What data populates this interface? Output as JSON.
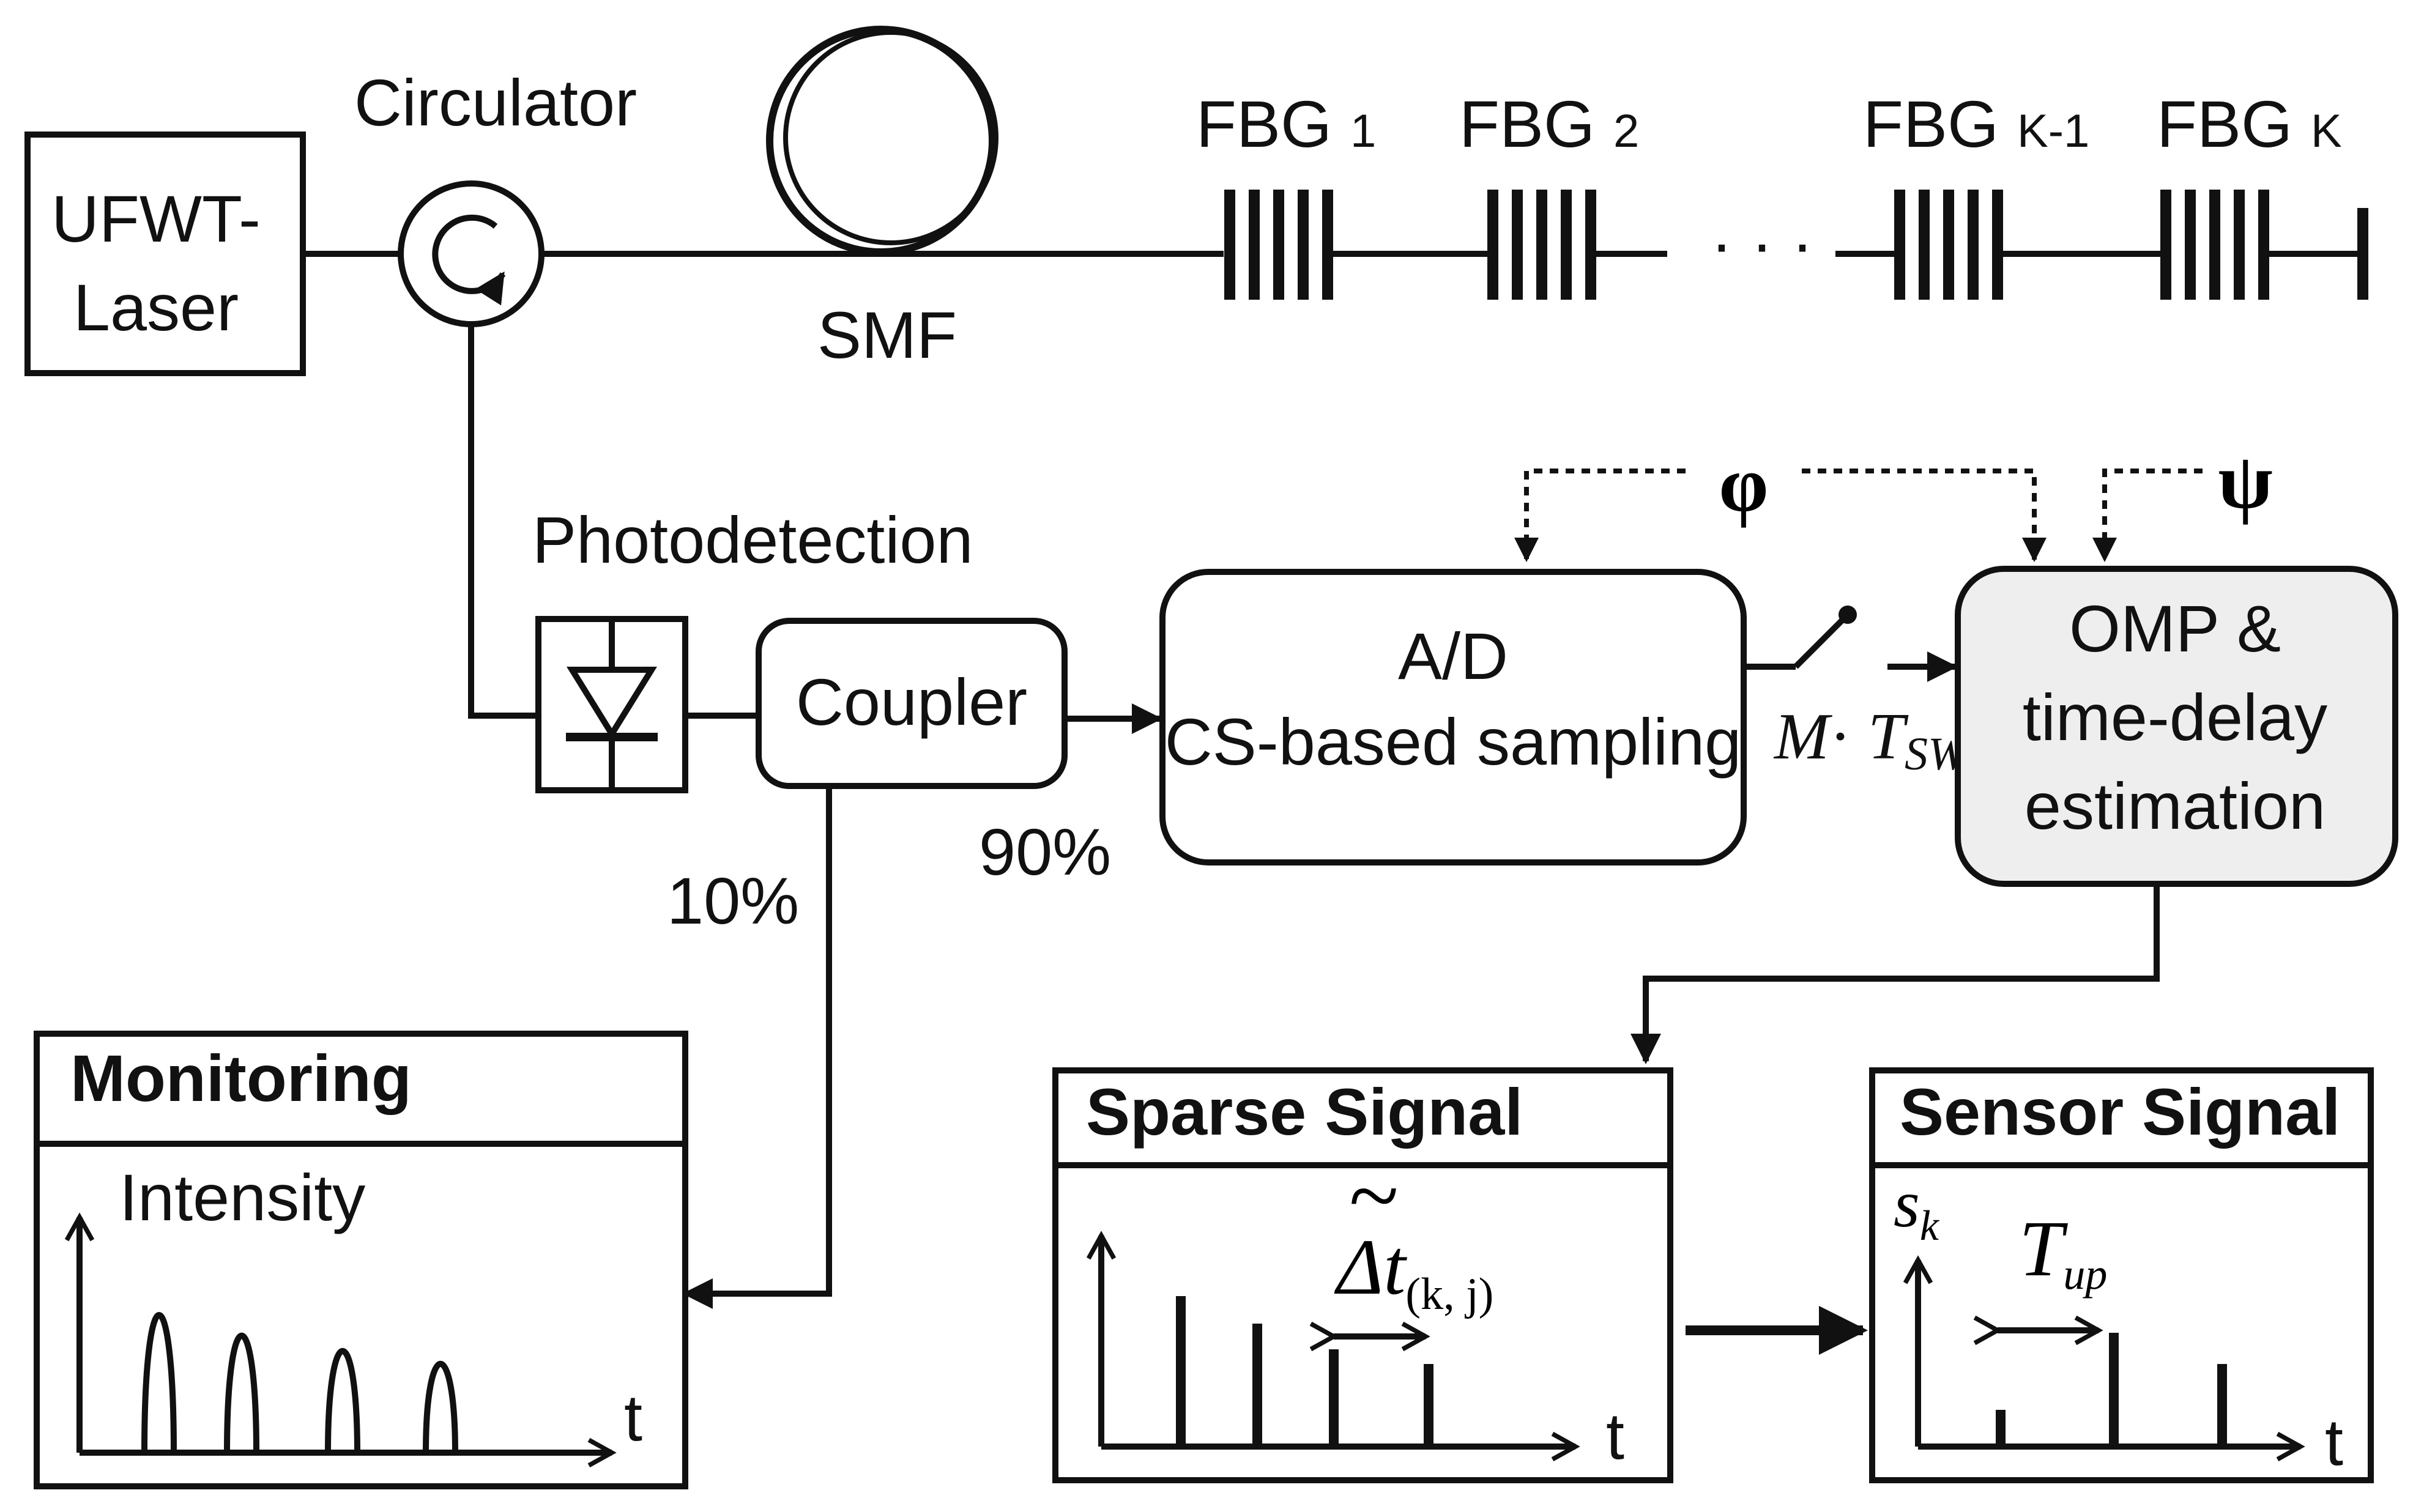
{
  "blocks": {
    "laser": [
      "UFWT-",
      "Laser"
    ],
    "circulator": "Circulator",
    "smf": "SMF",
    "photodetection": "Photodetection",
    "coupler": "Coupler",
    "ad": [
      "A/D",
      "CS-based sampling"
    ],
    "omp": [
      "OMP  &",
      "time-delay",
      "estimation"
    ]
  },
  "fbgs": [
    {
      "name": "FBG",
      "index": "1"
    },
    {
      "name": "FBG",
      "index": "2"
    },
    {
      "name": "FBG",
      "index": "K-1"
    },
    {
      "name": "FBG",
      "index": "K"
    }
  ],
  "fbg_ellipsis": "· · ·",
  "splits": {
    "monitor": "10%",
    "sampling": "90%"
  },
  "matrices": {
    "phi": "φ",
    "psi": "ψ"
  },
  "switch_label": {
    "M": "M",
    "dot": "·",
    "T": "T",
    "sub": "SW"
  },
  "panels": {
    "monitoring": {
      "title": "Monitoring",
      "ylabel": "Intensity",
      "xlabel": "t",
      "pulse_heights": [
        1.0,
        0.84,
        0.72,
        0.62
      ]
    },
    "sparse": {
      "title": "Sparse Signal",
      "xlabel": "t",
      "annotation": {
        "main": "Δt",
        "tilde": "~",
        "sub": "(k, j)"
      },
      "spike_heights": [
        0.82,
        0.67,
        0.53,
        0.45
      ]
    },
    "sensor": {
      "title": "Sensor Signal",
      "ylabel": {
        "main": "s",
        "sub": "k"
      },
      "xlabel": "t",
      "annotation": {
        "main": "T",
        "sub": "up"
      },
      "spike_heights": [
        0.2,
        0.62,
        0.45
      ]
    }
  }
}
